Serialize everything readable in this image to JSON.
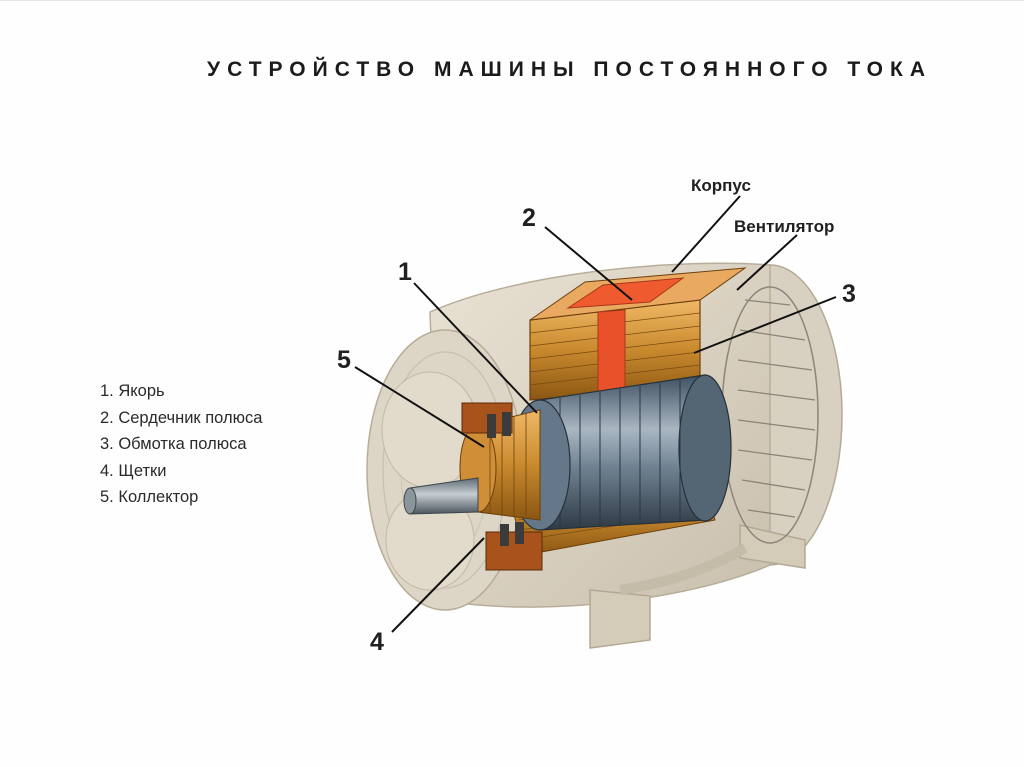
{
  "title": "УСТРОЙСТВО МАШИНЫ ПОСТОЯННОГО ТОКА",
  "legend": [
    "1. Якорь",
    "2. Сердечник полюса",
    "3. Обмотка полюса",
    "4. Щетки",
    "5. Коллектор"
  ],
  "callouts": {
    "n1": "1",
    "n2": "2",
    "n3": "3",
    "n4": "4",
    "n5": "5",
    "housing": "Корпус",
    "fan": "Вентилятор"
  }
}
